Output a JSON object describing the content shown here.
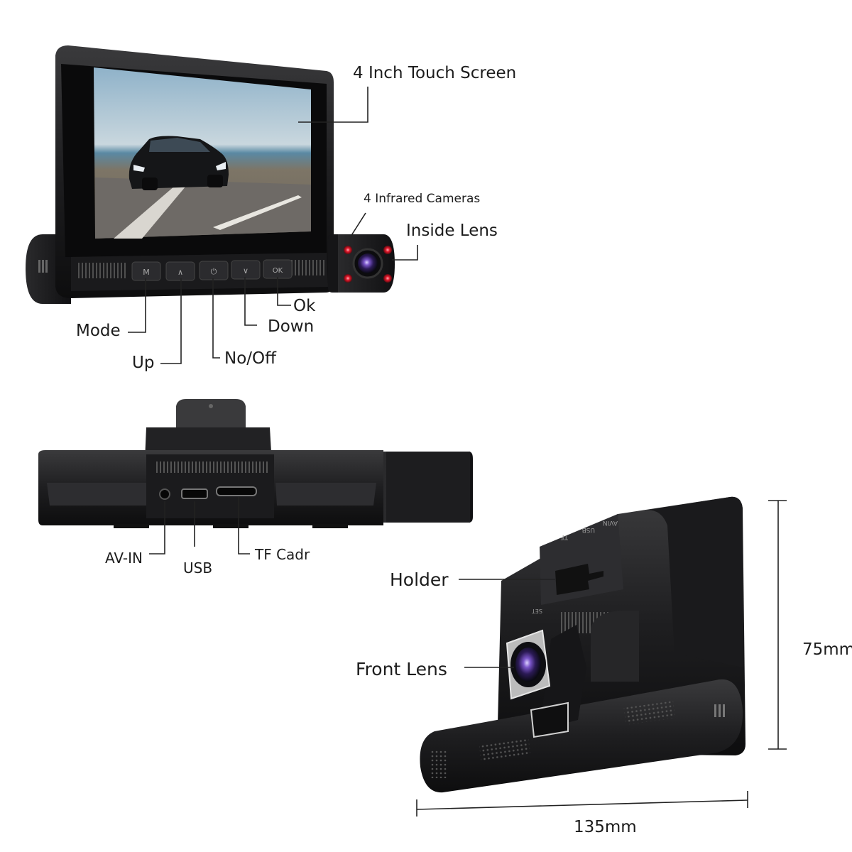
{
  "labels": {
    "touch_screen": "4 Inch Touch Screen",
    "infrared": "4 Infrared Cameras",
    "inside_lens": "Inside Lens",
    "mode": "Mode",
    "up": "Up",
    "power": "No/Off",
    "down": "Down",
    "ok": "Ok",
    "av_in": "AV-IN",
    "usb": "USB",
    "tf_card": "TF Cadr",
    "holder": "Holder",
    "front_lens": "Front Lens",
    "height": "75mm",
    "width": "135mm"
  },
  "button_glyphs": {
    "mode": "M",
    "up": "∧",
    "power": "⏻",
    "down": "∨",
    "ok": "OK"
  },
  "port_markings": {
    "av_in": "AVIN",
    "usb": "USB",
    "tf": "TF",
    "set": "SET"
  },
  "colors": {
    "body": "#1c1c1e",
    "body_highlight": "#3a3a3c",
    "infrared_led": "#e0182b",
    "lens": "#5a3b9e",
    "leader_line": "#222222"
  }
}
